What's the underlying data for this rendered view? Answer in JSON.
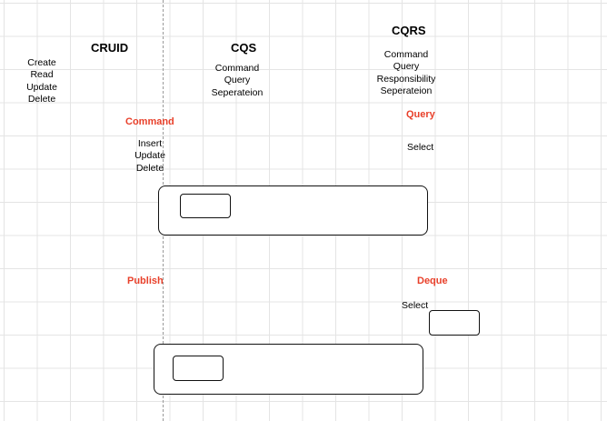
{
  "columns": {
    "cruid": {
      "heading": "CRUID",
      "items": [
        "Create",
        "Read",
        "Update",
        "Delete"
      ]
    },
    "cqs": {
      "heading": "CQS",
      "items": [
        "Command",
        "Query",
        "Seperateion"
      ]
    },
    "cqrs": {
      "heading": "CQRS",
      "items": [
        "Command",
        "Query",
        "Responsibility",
        "Seperateion"
      ]
    }
  },
  "command_side": {
    "label": "Command",
    "operations": [
      "Insert",
      "Update",
      "Delete"
    ],
    "publish_label": "Publish"
  },
  "query_side": {
    "label": "Query",
    "operation": "Select",
    "deque_label": "Deque",
    "deque_operation": "Select"
  },
  "colors": {
    "accent_red": "#e8402a",
    "grid": "#e4e4e4",
    "stroke": "#111111"
  }
}
